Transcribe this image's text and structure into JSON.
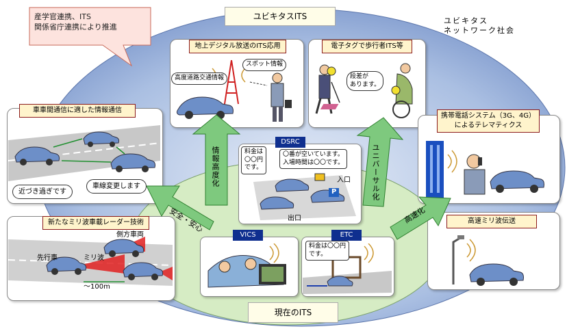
{
  "top_banner": "ユビキタスITS",
  "bottom_banner": "現在のITS",
  "society_label_1": "ユビキタス",
  "society_label_2": "ネットワーク社会",
  "callout_line1": "産学官連携、ITS",
  "callout_line2": "関係省庁連携により推進",
  "panels": {
    "broadcast": {
      "title": "地上デジタル放送のITS応用",
      "spot": "スポット情報",
      "traffic": "高度道路交通情報"
    },
    "pedestrian": {
      "title": "電子タグで歩行者ITS等",
      "speech1": "段差が",
      "speech2": "あります。"
    },
    "v2v": {
      "title": "車車間通信に適した情報通信",
      "close": "近づき過ぎです",
      "lane": "車線変更します"
    },
    "radar": {
      "title": "新たなミリ波車載レーダー技術",
      "side": "側方車両",
      "lead": "先行車",
      "mmwave": "ミリ波",
      "range": "～100m"
    },
    "telematics": {
      "title_1": "携帯電話システム（3G、4G）",
      "title_2": "によるテレマティクス"
    },
    "mmwave_tx": {
      "title": "高速ミリ波伝送"
    },
    "dsrc": {
      "tag": "DSRC",
      "fee_1": "料金は",
      "fee_2": "〇〇円",
      "fee_3": "です。",
      "msg_1": "〇番が空いています。",
      "msg_2": "入場時間は〇〇です。",
      "entrance": "入口",
      "exit": "出口",
      "parking": "P"
    },
    "vics": {
      "tag": "VICS"
    },
    "etc": {
      "tag": "ETC",
      "fee_1": "料金は〇〇円",
      "fee_2": "です。"
    }
  },
  "arrows": {
    "info": "情報高度化",
    "safety": "安全・安心",
    "universal": "ユニバーサル化",
    "speed": "高速化"
  },
  "colors": {
    "ellipse_outer": "#8fa8d8",
    "ellipse_inner": "#d6ecc4",
    "arrow_fill": "#7ec97e",
    "arrow_stroke": "#2f7f2f",
    "car": "#6d8fc8"
  }
}
